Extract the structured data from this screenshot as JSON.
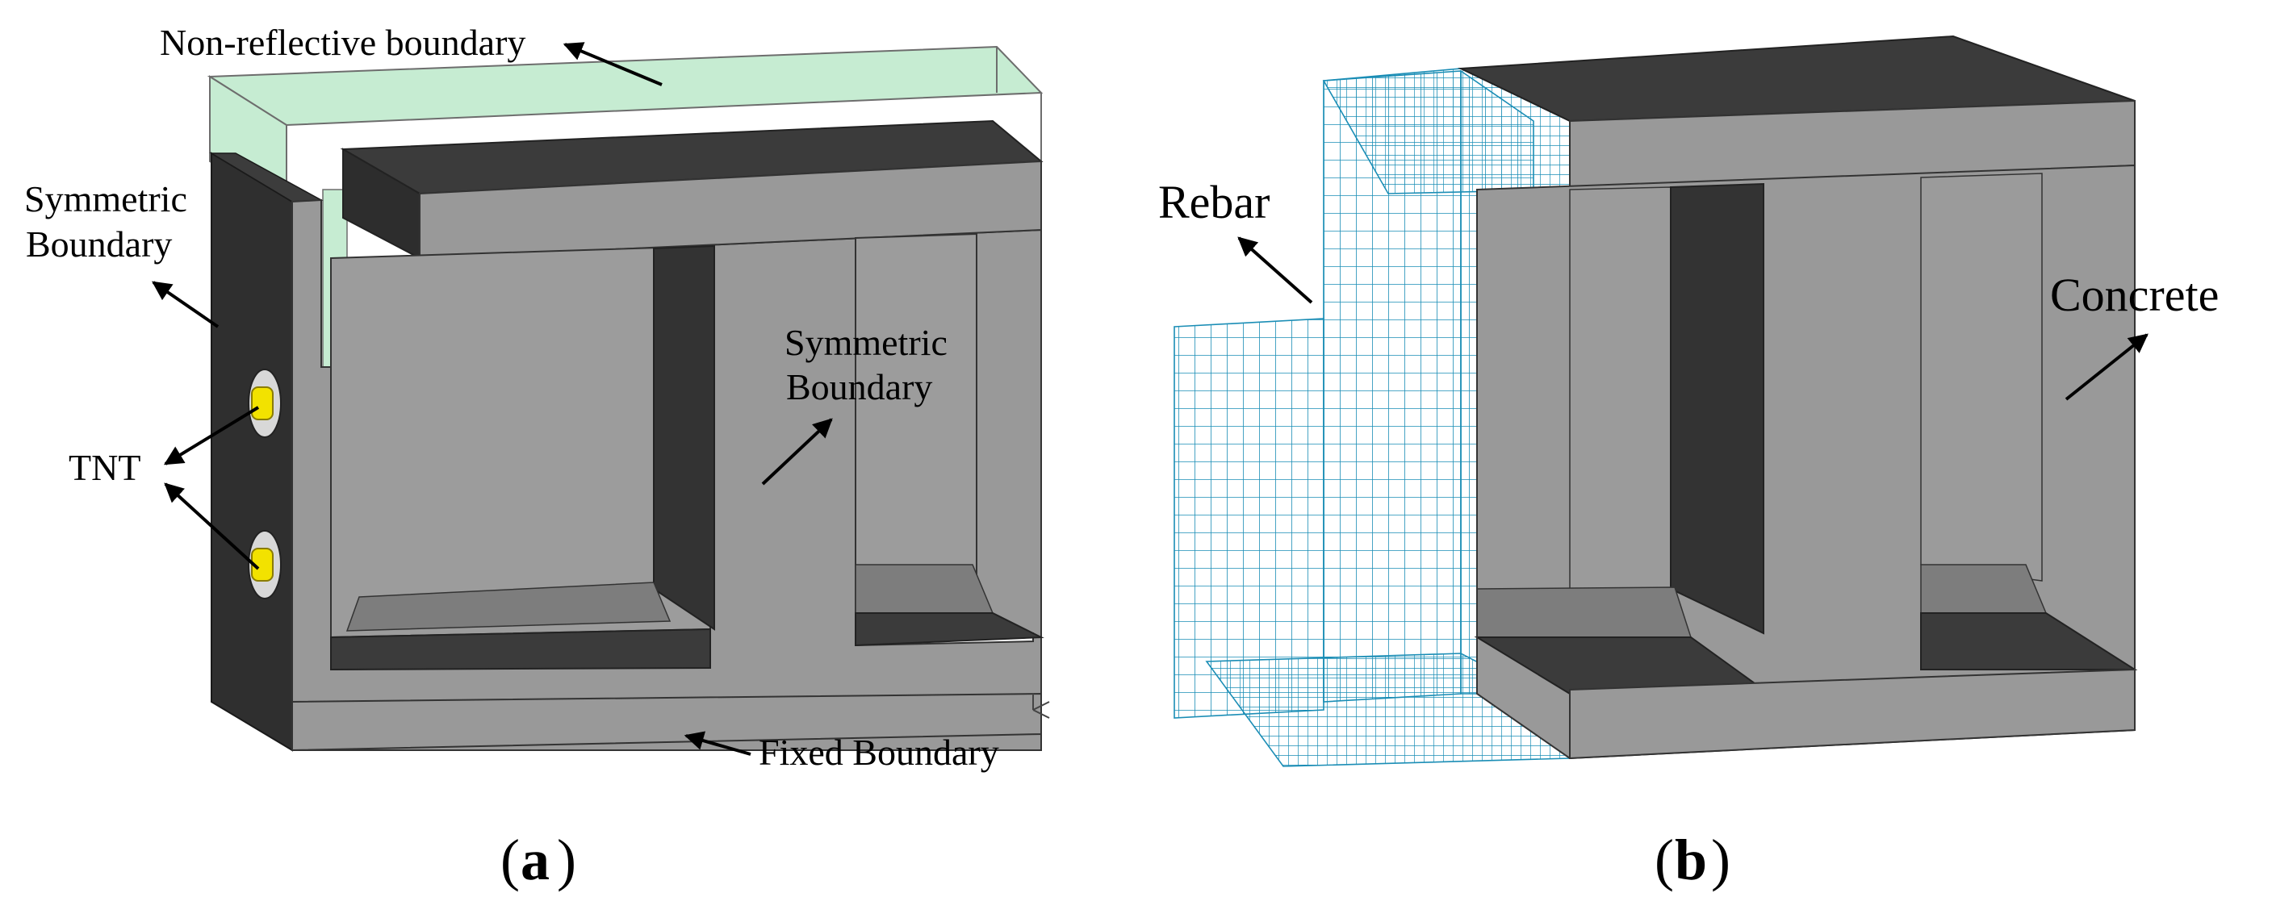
{
  "panels": [
    {
      "id": "a",
      "caption_letter": "a",
      "labels": {
        "non_reflective": "Non-reflective boundary",
        "symmetric_left_line1": "Symmetric",
        "symmetric_left_line2": "Boundary",
        "tnt": "TNT",
        "symmetric_mid_line1": "Symmetric",
        "symmetric_mid_line2": "Boundary",
        "fixed": "Fixed Boundary"
      }
    },
    {
      "id": "b",
      "caption_letter": "b",
      "labels": {
        "rebar": "Rebar",
        "concrete": "Concrete"
      }
    }
  ],
  "colors": {
    "concrete_face": "#999999",
    "concrete_dark": "#3a3a3a",
    "concrete_mid": "#7a7a7a",
    "air_domain": "#c6ecd2",
    "tnt": "#f2e200",
    "rebar_mesh": "#1a8db5"
  }
}
